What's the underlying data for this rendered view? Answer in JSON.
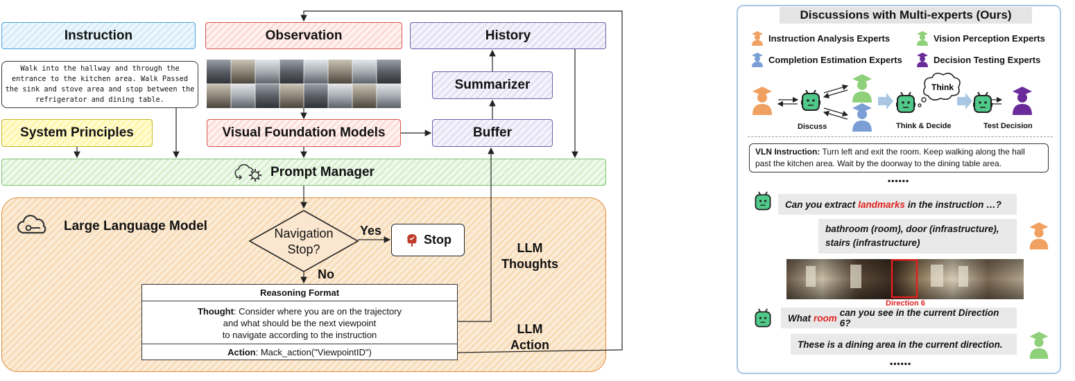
{
  "left": {
    "instruction_title": "Instruction",
    "instruction_text": "Walk into the hallway and through the entrance to the kitchen area. Walk Passed the sink and stove area and stop between the refrigerator and dining table.",
    "observation_title": "Observation",
    "history_title": "History",
    "summarizer_title": "Summarizer",
    "system_principles_title": "System Principles",
    "vfm_title": "Visual Foundation Models",
    "buffer_title": "Buffer",
    "prompt_manager_title": "Prompt Manager",
    "llm_title": "Large Language Model",
    "decision_line1": "Navigation",
    "decision_line2": "Stop?",
    "yes_label": "Yes",
    "no_label": "No",
    "stop_label": "Stop",
    "llm_thoughts_line1": "LLM",
    "llm_thoughts_line2": "Thoughts",
    "llm_action_line1": "LLM",
    "llm_action_line2": "Action",
    "reasoning_title": "Reasoning Format",
    "thought_label": "Thought",
    "thought_text_1": ": Consider where you are on the trajectory",
    "thought_text_2": "and what should be the next viewpoint",
    "thought_text_3": "to navigate according to the instruction",
    "action_label": "Action",
    "action_text": ": Mack_action(\"ViewpointID\")"
  },
  "right": {
    "title": "Discussions with Multi-experts (Ours)",
    "legend": {
      "instruction_analysis": "Instruction Analysis Experts",
      "vision_perception": "Vision Perception Experts",
      "completion_estimation": "Completion Estimation Experts",
      "decision_testing": "Decision Testing Experts"
    },
    "think_bubble": "Think",
    "stage_discuss": "Discuss",
    "stage_think": "Think & Decide",
    "stage_test": "Test Decision",
    "vln_label": "VLN Instruction:",
    "vln_text_1": " Turn left and exit the room. Keep walking along the hall",
    "vln_text_2": "past the kitchen area. Wait by the doorway to the dining table area.",
    "ellipsis": "••••••",
    "q1_pre": "Can you extract ",
    "q1_hl": "landmarks",
    "q1_post": " in the instruction …?",
    "a1_line1": "bathroom (room), door (infrastructure),",
    "a1_line2": "stairs (infrastructure)",
    "direction_label": "Direction 6",
    "q2_pre": "What ",
    "q2_hl": "room",
    "q2_post": " can you see in the current Direction 6?",
    "a2": "These is a dining area in the current direction."
  },
  "colors": {
    "instruction_expert": "#f0a060",
    "vision_expert": "#8fd07a",
    "completion_expert": "#7b9fd4",
    "decision_expert": "#6a2c9a",
    "bot_green": "#4fc98a",
    "highlight_red": "#e02020",
    "right_border": "#a9c7e4"
  }
}
